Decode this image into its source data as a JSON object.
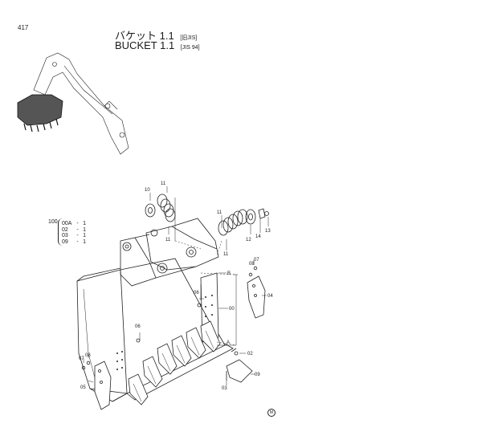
{
  "page": {
    "number": "417"
  },
  "title": {
    "japanese": "バケット 1.1",
    "japanese_std": "[旧JIS]",
    "english": "BUCKET  1.1",
    "english_std": "[JIS 94]"
  },
  "assembly_group": {
    "code": "100",
    "items": [
      {
        "code": "00A",
        "qty": "1"
      },
      {
        "code": "02",
        "qty": "1"
      },
      {
        "code": "03",
        "qty": "1"
      },
      {
        "code": "09",
        "qty": "1"
      }
    ]
  },
  "callouts": {
    "c10": "10",
    "c11a": "11",
    "c11b": "11",
    "c11c": "11",
    "c11d": "11",
    "c12": "12",
    "c13": "13",
    "c14": "14",
    "cB": "B",
    "c08a": "08",
    "c07a": "07",
    "c04": "04",
    "c06a": "06",
    "c00": "00",
    "c06b": "06",
    "cA": "A",
    "c02": "02",
    "c09": "09",
    "c03": "03",
    "c07b": "07",
    "c08b": "08",
    "c05": "05"
  },
  "mark": "M"
}
